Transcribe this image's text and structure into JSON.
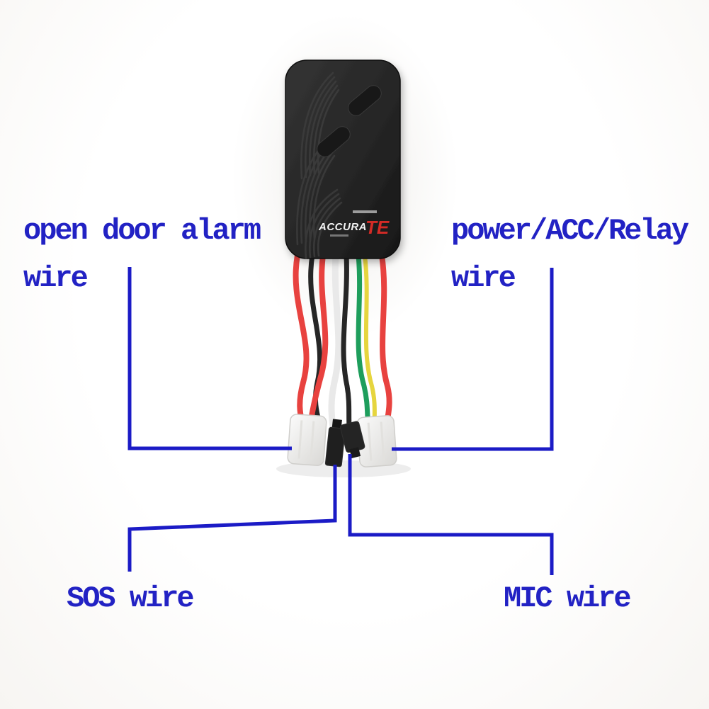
{
  "scene": {
    "annotation_color": "#1b1bc6",
    "background": "#faf9f7"
  },
  "labels": {
    "open_door": {
      "line1": "open door alarm",
      "line2": "wire"
    },
    "power": {
      "line1": "power/ACC/Relay",
      "line2": "wire"
    },
    "sos": {
      "text": "SOS wire"
    },
    "mic": {
      "text": "MIC wire"
    }
  },
  "device": {
    "logo_text": "ACCURA",
    "logo_suffix": "TE",
    "body_color": "#242424",
    "pattern_color": "#3d3d3d"
  },
  "wires": {
    "colors_left_to_right": [
      "red",
      "black",
      "red",
      "white",
      "black",
      "green",
      "yellow",
      "red"
    ]
  },
  "palette": {
    "wire_red": "#e8423f",
    "wire_black": "#262626",
    "wire_white": "#e9e9e9",
    "wire_green": "#1e9e5c",
    "wire_yellow": "#e6d53e",
    "connector_white": "#f3f2f0",
    "connector_black": "#1f1f1f",
    "logo_red": "#d42b26"
  }
}
